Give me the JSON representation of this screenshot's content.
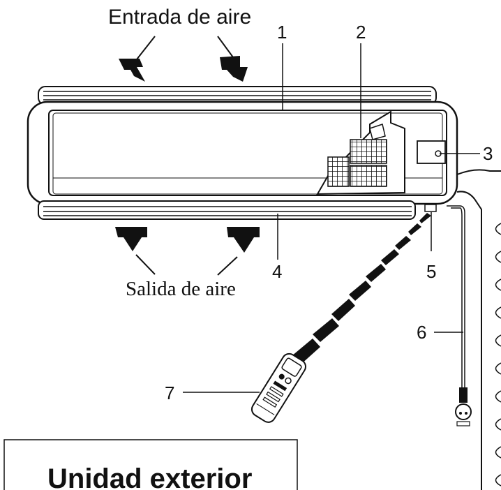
{
  "labels": {
    "air_inlet": "Entrada de aire",
    "air_outlet": "Salida de aire",
    "outdoor_unit": "Unidad exterior"
  },
  "callouts": [
    "1",
    "2",
    "3",
    "4",
    "5",
    "6",
    "7"
  ]
}
